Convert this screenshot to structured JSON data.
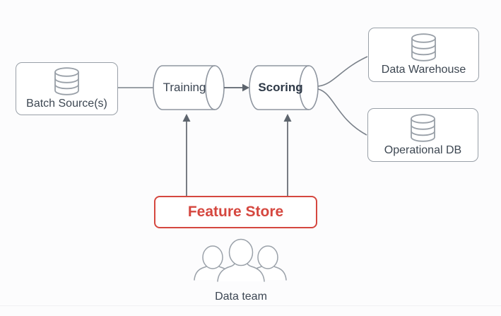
{
  "nodes": {
    "batch_source": {
      "label": "Batch Source(s)",
      "icon": "database-icon"
    },
    "training": {
      "label": "Training",
      "shape": "horizontal-cylinder"
    },
    "scoring": {
      "label": "Scoring",
      "shape": "horizontal-cylinder",
      "emphasis": "bold"
    },
    "data_warehouse": {
      "label": "Data Warehouse",
      "icon": "database-icon"
    },
    "operational_db": {
      "label": "Operational DB",
      "icon": "database-icon"
    },
    "feature_store": {
      "label": "Feature Store",
      "emphasis": "bold-red"
    },
    "data_team": {
      "label": "Data team",
      "icon": "people-icon"
    }
  },
  "edges": [
    {
      "from": "batch_source",
      "to": "training",
      "style": "plain-line"
    },
    {
      "from": "training",
      "to": "scoring",
      "style": "arrow"
    },
    {
      "from": "scoring",
      "to": "data_warehouse",
      "style": "curve"
    },
    {
      "from": "scoring",
      "to": "operational_db",
      "style": "curve"
    },
    {
      "from": "feature_store",
      "to": "training",
      "style": "arrow-up"
    },
    {
      "from": "feature_store",
      "to": "scoring",
      "style": "arrow-up"
    }
  ],
  "colors": {
    "background": "#fcfcfd",
    "box_border": "#99a0a8",
    "shape_stroke": "#8f96a0",
    "connector": "#7a818a",
    "arrow": "#5d646d",
    "text": "#3d4752",
    "accent_red": "#d5473f",
    "people_outline": "#9aa1a9"
  }
}
